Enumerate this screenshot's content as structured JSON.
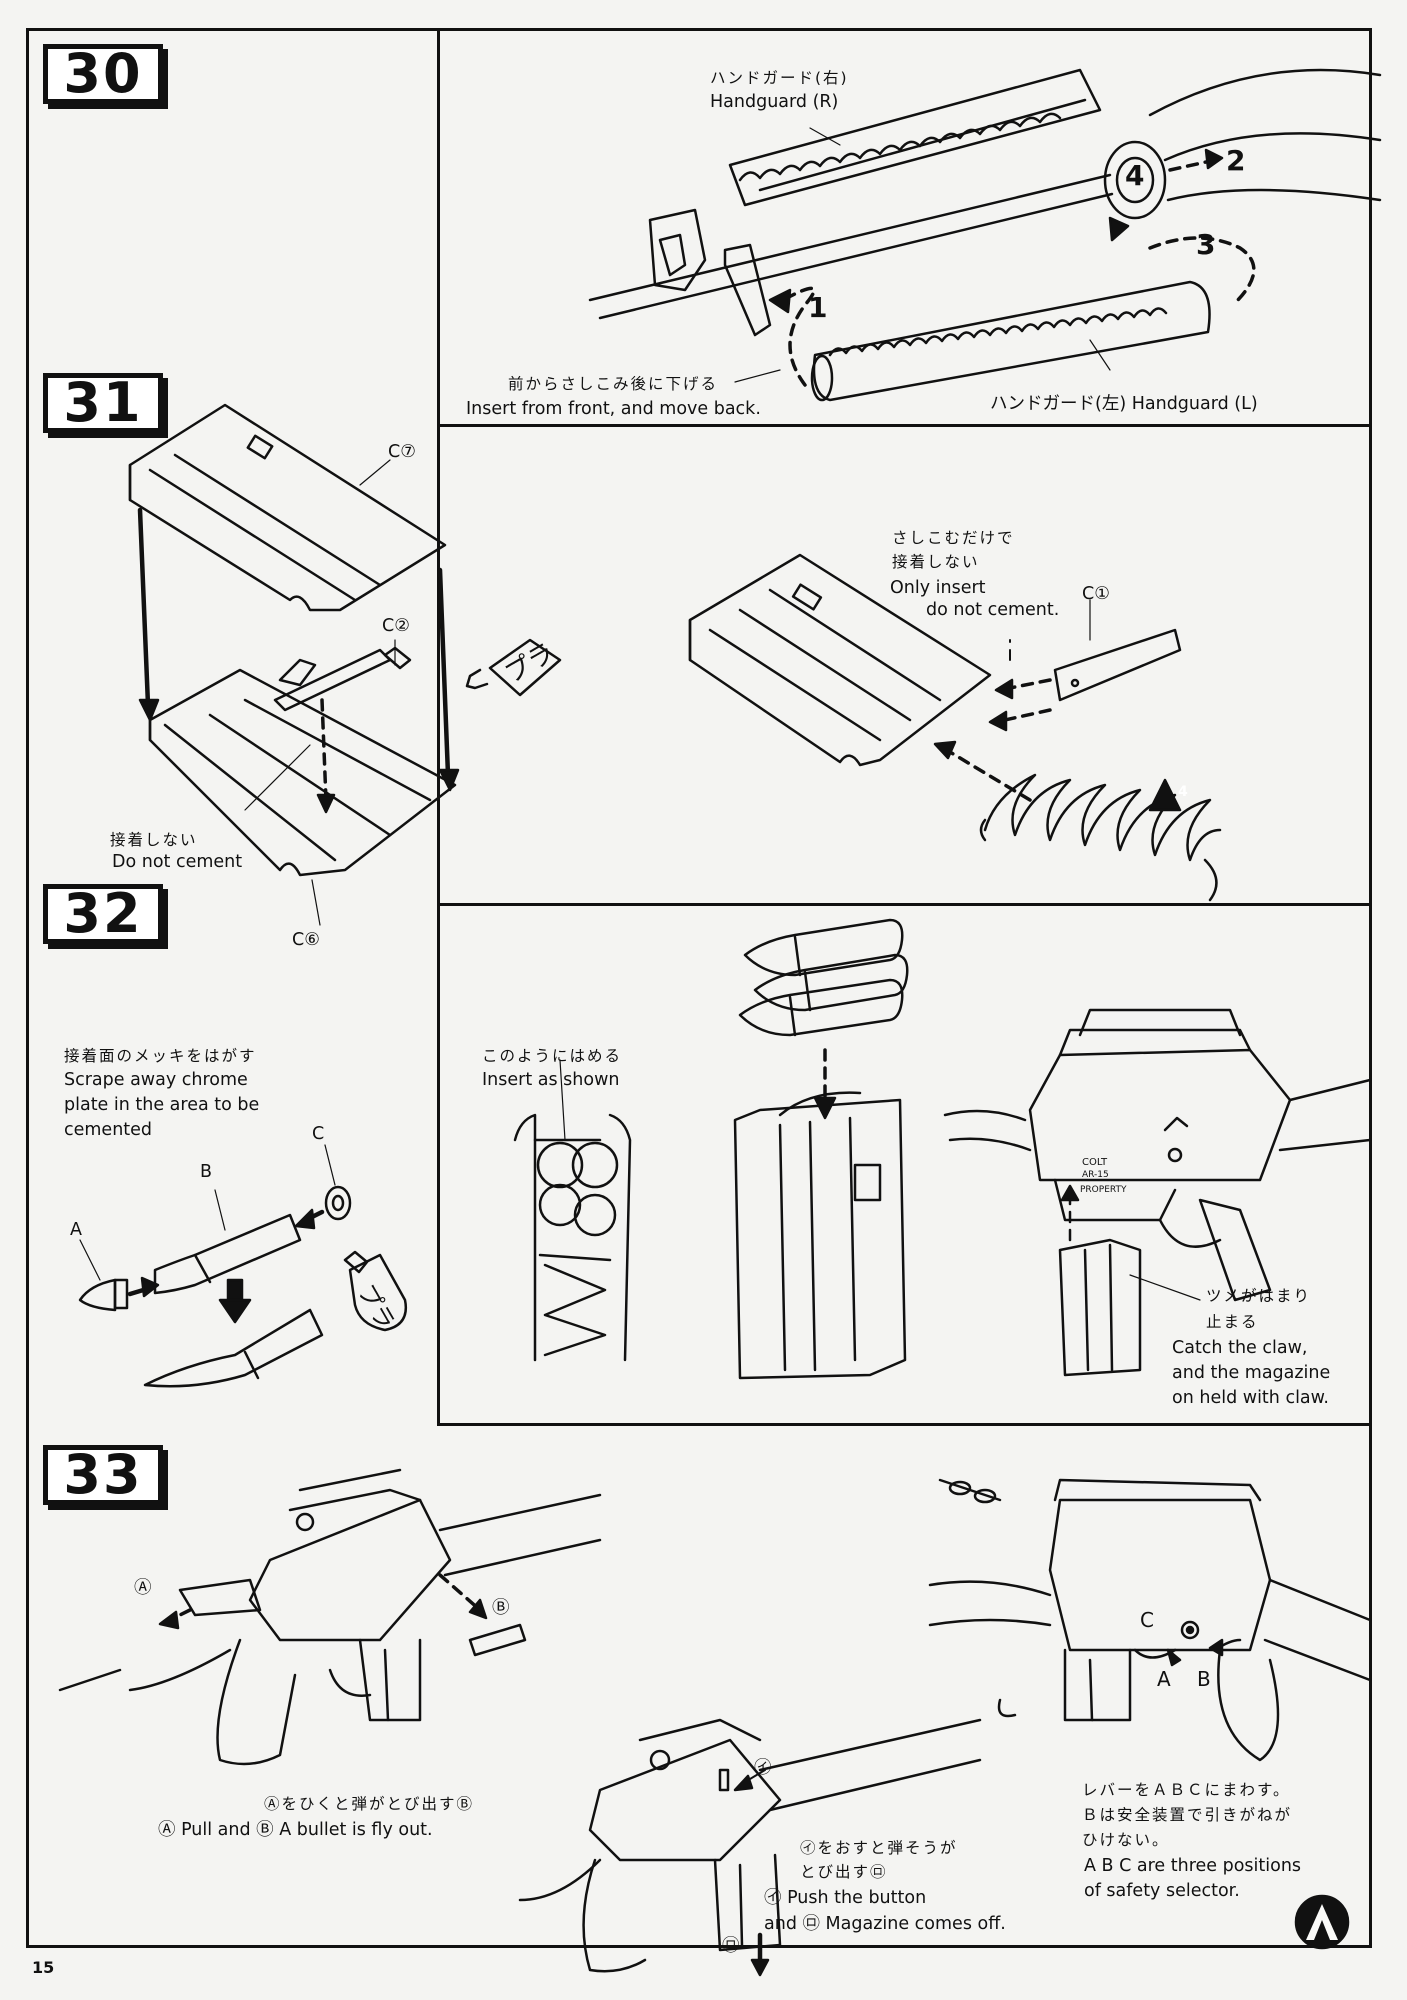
{
  "page_number": "15",
  "steps": {
    "s30": {
      "number": "30",
      "handguard_r_jp": "ハンドガード(右)",
      "handguard_r_en": "Handguard (R)",
      "handguard_l": "ハンドガード(左) Handguard (L)",
      "insert_jp": "前からさしこみ後に下げる",
      "insert_en": "Insert from front, and move back.",
      "callouts": [
        "1",
        "2",
        "3",
        "4"
      ]
    },
    "s31": {
      "number": "31",
      "part_c7": "C⑦",
      "part_c2": "C②",
      "part_c6": "C⑥",
      "no_cement_jp": "接着しない",
      "no_cement_en": "Do not cement",
      "glue_label": "プラ",
      "only_insert_jp_1": "さしこむだけで",
      "only_insert_jp_2": "接着しない",
      "only_insert_en_1": "Only insert",
      "only_insert_en_2": "do not cement.",
      "part_c1": "C①",
      "spring_ref": "4"
    },
    "s32": {
      "number": "32",
      "chrome_jp": "接着面のメッキをはがす",
      "chrome_en_1": "Scrape away chrome",
      "chrome_en_2": "plate in the area to be",
      "chrome_en_3": "cemented",
      "label_a": "A",
      "label_b": "B",
      "label_c": "C",
      "glue_label": "プラ",
      "insert_shown_jp": "このようにはめる",
      "insert_shown_en": "Insert as shown",
      "claw_jp_1": "ツメがはまり",
      "claw_jp_2": "止まる",
      "claw_en_1": "Catch the claw,",
      "claw_en_2": "and the magazine",
      "claw_en_3": "on held with claw.",
      "receiver_stamp_1": "COLT",
      "receiver_stamp_2": "AR-15",
      "receiver_stamp_3": "PROPERTY"
    },
    "s33": {
      "number": "33",
      "pull_jp": "Ⓐをひくと弾がとび出すⒷ",
      "pull_en": "Ⓐ Pull and Ⓑ A bullet is fly out.",
      "circle_a": "Ⓐ",
      "circle_b": "Ⓑ",
      "push_jp_1": "㋑をおすと弾そうが",
      "push_jp_2": "とび出す㋺",
      "push_en_1": "㋑ Push the button",
      "push_en_2": "and ㋺ Magazine comes off.",
      "mark_i": "㋑",
      "mark_ro": "㋺",
      "selector_jp_1": "レバーをＡＢＣにまわす。",
      "selector_jp_2": "Ｂは安全装置で引きがねが",
      "selector_jp_3": "ひけない。",
      "selector_en_1": "A B C are three positions",
      "selector_en_2": "of safety selector.",
      "sel_a": "A",
      "sel_b": "B",
      "sel_c": "C"
    }
  }
}
